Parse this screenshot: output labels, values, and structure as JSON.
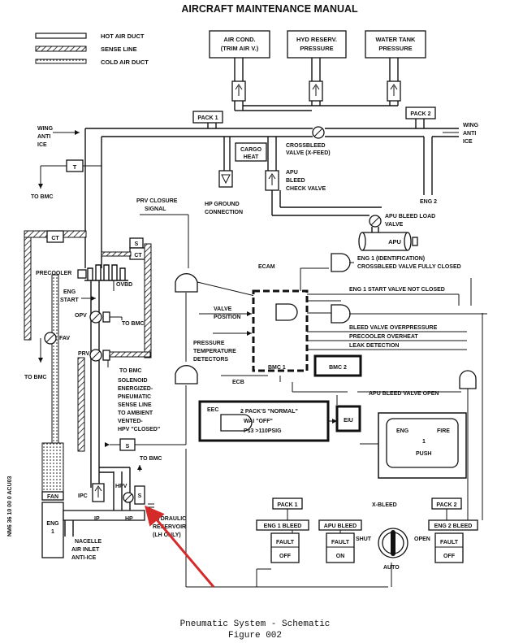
{
  "header": {
    "title": "AIRCRAFT MAINTENANCE MANUAL"
  },
  "legend": {
    "hot": "HOT AIR DUCT",
    "sense": "SENSE LINE",
    "cold": "COLD AIR DUCT"
  },
  "top_boxes": {
    "air_cond_1": "AIR COND.",
    "air_cond_2": "(TRIM AIR V.)",
    "hyd_1": "HYD RESERV.",
    "hyd_2": "PRESSURE",
    "water_1": "WATER TANK",
    "water_2": "PRESSURE"
  },
  "labels": {
    "pack1": "PACK 1",
    "pack2": "PACK 2",
    "wing_l1": "WING",
    "wing_l2": "ANTI",
    "wing_l3": "ICE",
    "wing_r1": "WING",
    "wing_r2": "ANTI",
    "wing_r3": "ICE",
    "cargo1": "CARGO",
    "cargo2": "HEAT",
    "xbleed1": "CROSSBLEED",
    "xbleed2": "VALVE (X-FEED)",
    "apu_chk1": "APU",
    "apu_chk2": "BLEED",
    "apu_chk3": "CHECK VALVE",
    "hp_gnd1": "HP GROUND",
    "hp_gnd2": "CONNECTION",
    "eng2": "ENG 2",
    "t_box": "T",
    "to_bmc_1": "TO BMC",
    "prv_cl1": "PRV CLOSURE",
    "prv_cl2": "SIGNAL",
    "apu_load1": "APU BLEED LOAD",
    "apu_load2": "VALVE",
    "apu": "APU",
    "ct1": "CT",
    "ct2": "CT",
    "s1": "S",
    "s2": "S",
    "ecam": "ECAM",
    "eng1_ident": "ENG 1 (IDENTIFICATION)",
    "xb_closed": "CROSSBLEED VALVE FULLY CLOSED",
    "precooler": "PRECOOLER",
    "eng_start1": "ENG",
    "eng_start2": "START",
    "ovbd": "OVBD",
    "opv": "OPV",
    "to_bmc_2": "TO BMC",
    "fav": "FAV",
    "to_bmc_3": "TO BMC",
    "prv": "PRV",
    "to_bmc_4": "TO BMC",
    "eng1_start_nc": "ENG 1 START VALVE NOT CLOSED",
    "valve_pos1": "VALVE",
    "valve_pos2": "POSITION",
    "press1": "PRESSURE",
    "press2": "TEMPERATURE",
    "press3": "DETECTORS",
    "bleed_op": "BLEED VALVE OVERPRESSURE",
    "precool_oh": "PRECOOLER OVERHEAT",
    "leak": "LEAK DETECTION",
    "bmc1": "BMC 1",
    "bmc2": "BMC 2",
    "ecb": "ECB",
    "apu_open": "APU BLEED VALVE OPEN",
    "sol1": "SOLENOID",
    "sol2": "ENERGIZED-",
    "sol3": "PNEUMATIC",
    "sol4": "SENSE LINE",
    "sol5": "TO AMBIENT",
    "sol6": "VENTED-",
    "sol7": "HPV \"CLOSED\"",
    "eec": "EEC",
    "packs_normal": "2 PACK'S \"NORMAL\"",
    "wai_off": "WAI  \"OFF\"",
    "ps3": "Ps3 >110PSIG",
    "eiu": "EIU",
    "eng_fire1": "ENG",
    "eng_fire2": "FIRE",
    "eng_fire3": "1",
    "push": "PUSH",
    "to_bmc_5": "TO BMC",
    "hpv": "HPV",
    "s3": "S",
    "fan": "FAN",
    "eng1_a": "ENG",
    "eng1_b": "1",
    "ipc": "IPC",
    "ip": "IP",
    "hp": "HP",
    "hyd_res1": "HYDRAULIC",
    "hyd_res2": "RESERVOIR",
    "hyd_res3": "(LH ONLY)",
    "nac1": "NACELLE",
    "nac2": "AIR INLET",
    "nac3": "ANTI-ICE",
    "side_ref": "NM6 36 10 00 0 ACU03",
    "xbleed_panel": "X-BLEED",
    "pack1_sw": "PACK 1",
    "pack2_sw": "PACK 2",
    "eng1_bleed": "ENG 1 BLEED",
    "apu_bleed": "APU BLEED",
    "eng2_bleed": "ENG 2 BLEED",
    "fault": "FAULT",
    "off": "OFF",
    "on": "ON",
    "shut": "SHUT",
    "auto": "AUTO",
    "open": "OPEN"
  },
  "caption": {
    "line1": "Pneumatic System - Schematic",
    "line2": "Figure 002"
  },
  "colors": {
    "ink": "#111111",
    "arrow": "#d42a2a"
  }
}
